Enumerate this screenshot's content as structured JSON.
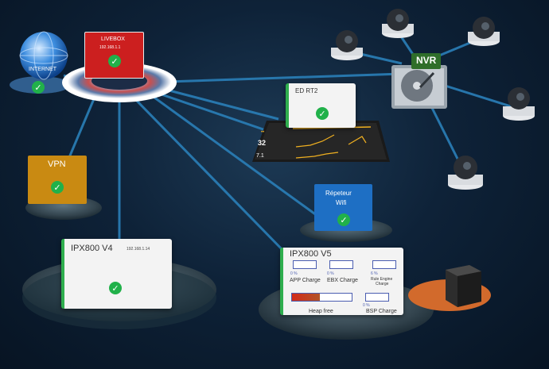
{
  "internet": {
    "label": "INTERNET"
  },
  "livebox": {
    "title": "LIVEBOX",
    "ip": "192.168.1.1"
  },
  "nvr": {
    "label": "NVR"
  },
  "ed_rt2": {
    "title": "ED RT2"
  },
  "vpn": {
    "title": "VPN"
  },
  "repeteur": {
    "line1": "Répeteur",
    "line2": "Wifi"
  },
  "ipx800v4": {
    "title": "IPX800 V4",
    "ip": "192.168.1.14"
  },
  "ipx800v5": {
    "title": "IPX800 V5",
    "app_charge": {
      "label": "APP Charge",
      "value": "0 %"
    },
    "ebx_charge": {
      "label": "EBX Charge",
      "value": "0 %"
    },
    "rule_engine": {
      "label_line1": "Rule Engine",
      "label_line2": "Charge",
      "value": "6 %"
    },
    "heap_free": {
      "label": "Heap free",
      "fill_fraction": 0.47
    },
    "bsp_charge": {
      "label": "BSP Charge",
      "value": "0 %"
    }
  },
  "colors": {
    "status_ok": "#21b14a",
    "livebox_red": "#cc1f1f",
    "vpn_orange": "#c98a12",
    "repeater_blue": "#1e6fc4",
    "link_blue": "#2a7fb8",
    "gauge_blue": "#4a5db0",
    "heap_red": "#d22a1a"
  },
  "icons": [
    "globe-icon",
    "check-icon",
    "camera-icon",
    "hard-drive-icon",
    "ups-icon",
    "dashboard-screen"
  ]
}
